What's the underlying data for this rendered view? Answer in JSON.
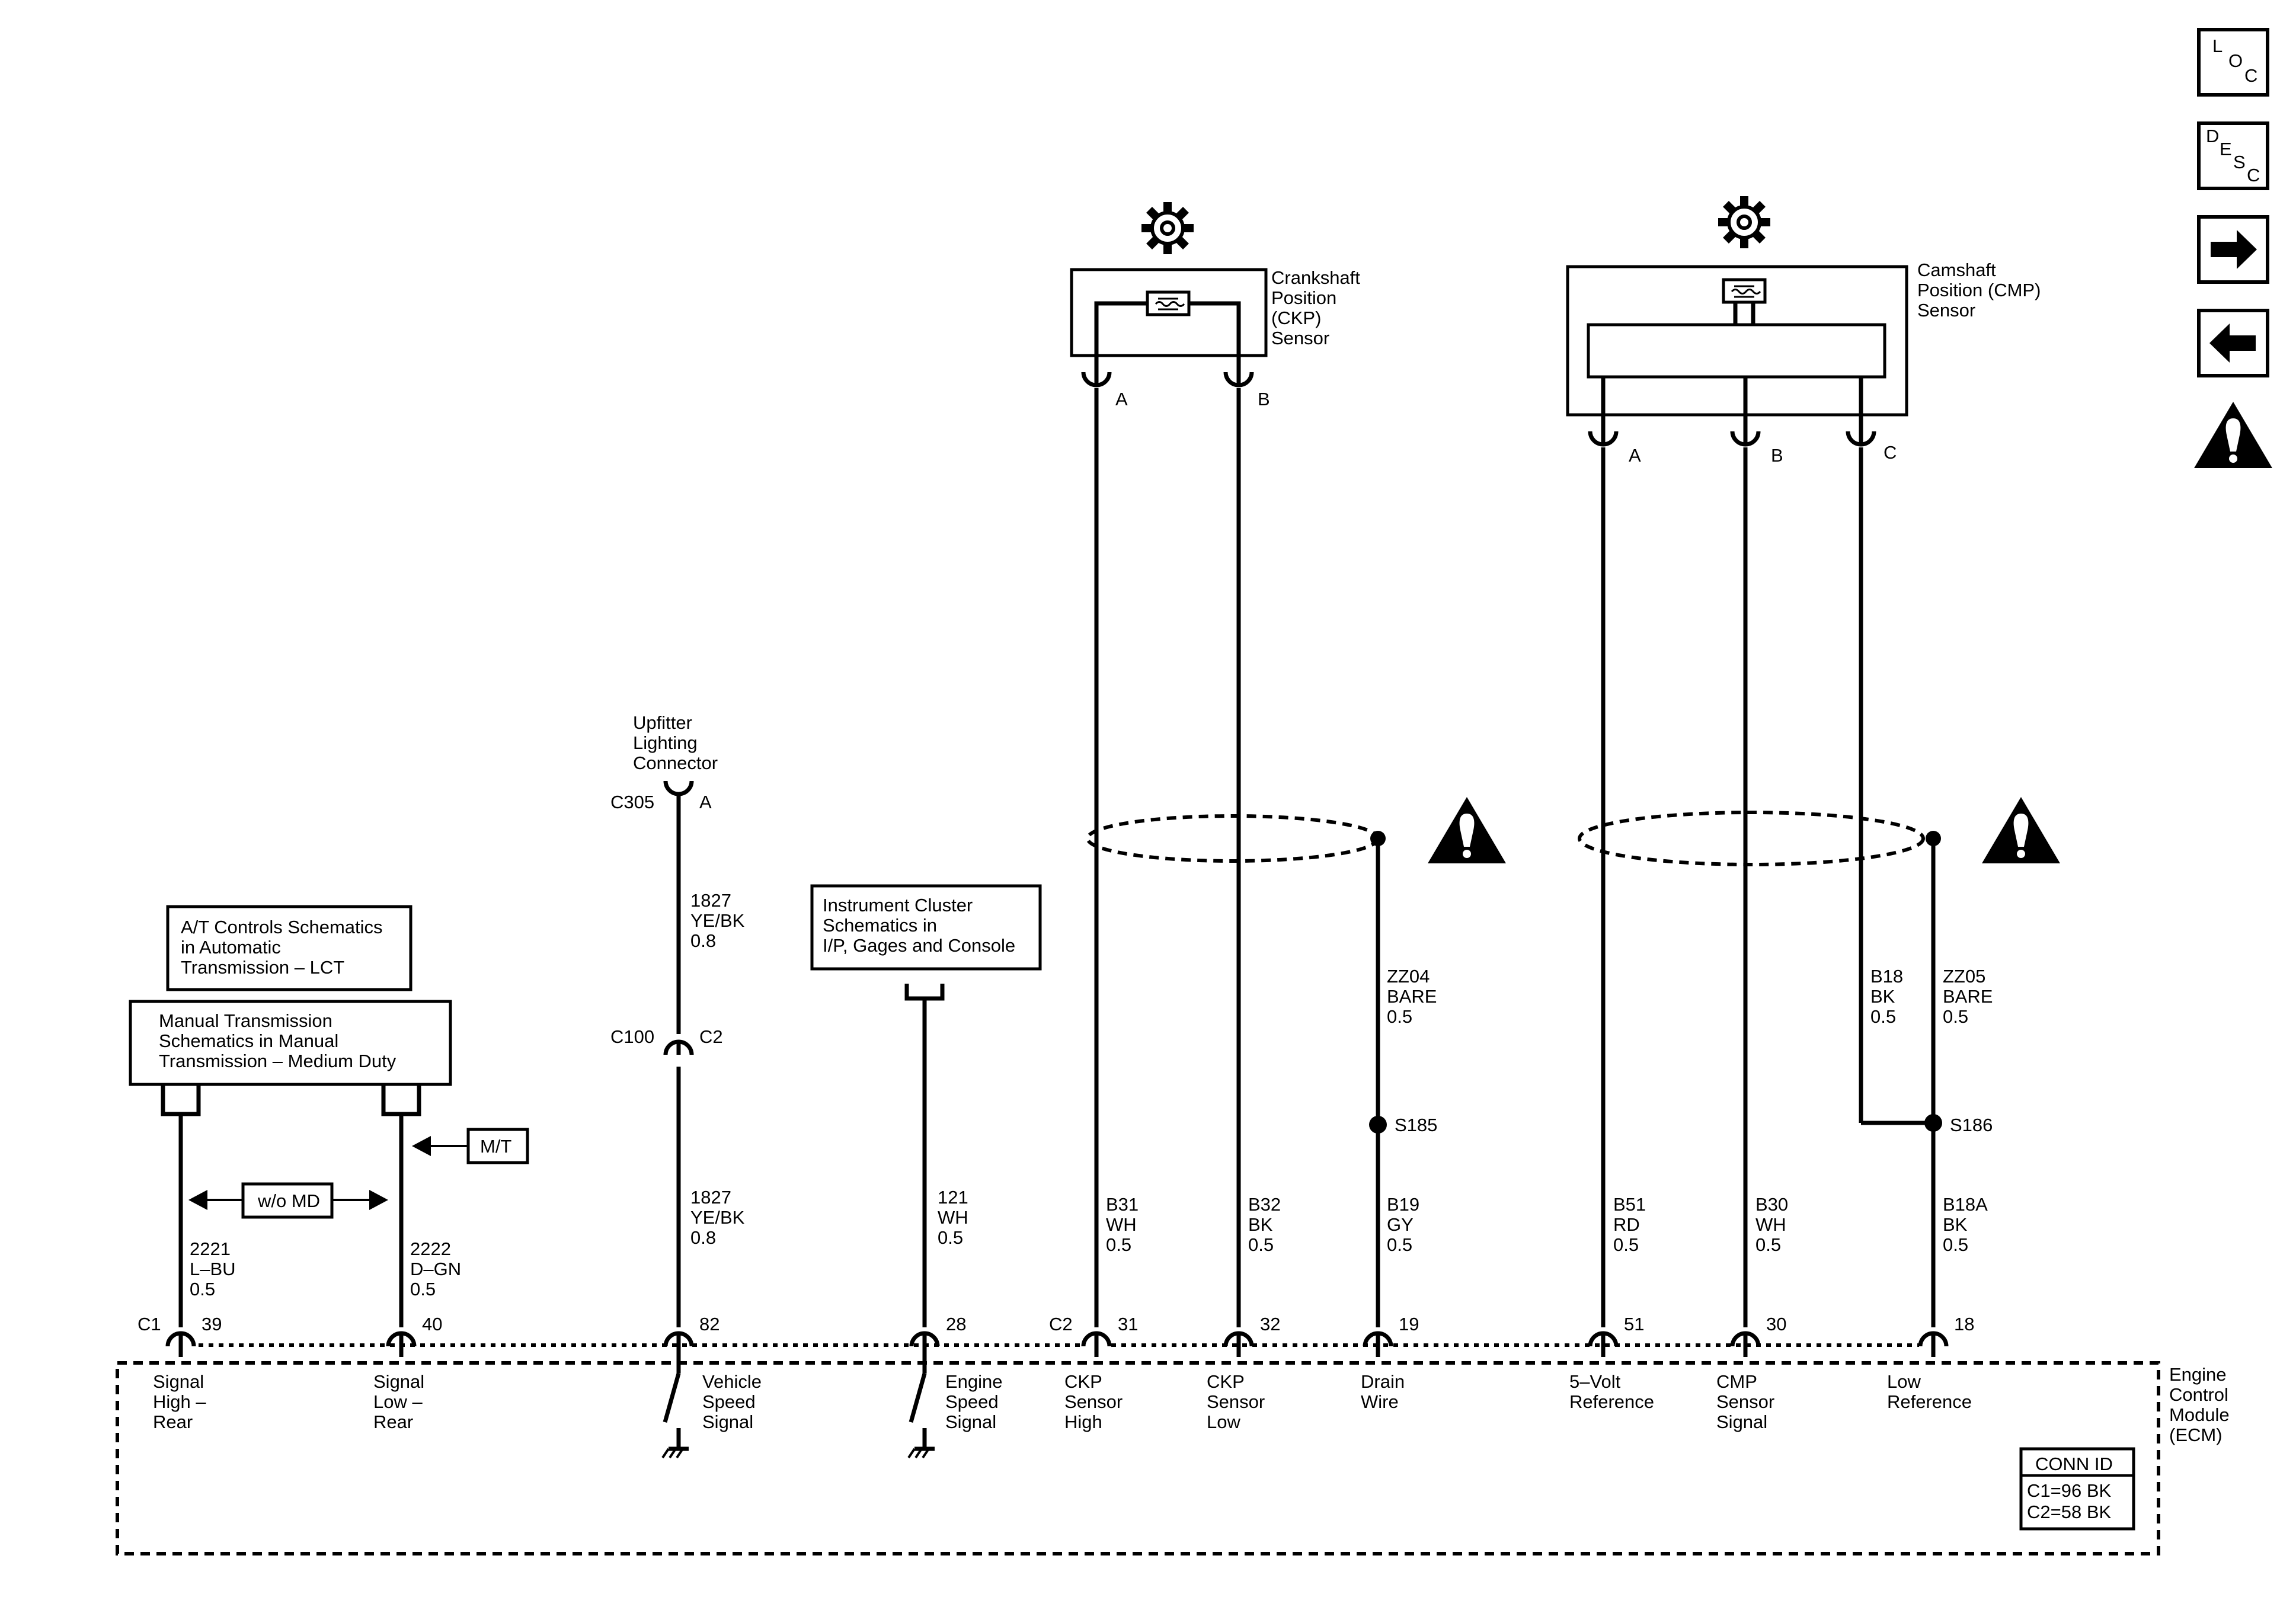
{
  "nav": {
    "loc": [
      "L",
      "O",
      "C"
    ],
    "desc": [
      "D",
      "E",
      "S",
      "C"
    ]
  },
  "components": {
    "ckp": [
      "Crankshaft",
      "Position",
      "(CKP)",
      "Sensor"
    ],
    "cmp": [
      "Camshaft",
      "Position (CMP)",
      "Sensor"
    ],
    "upfitter": [
      "Upfitter",
      "Lighting",
      "Connector"
    ],
    "ecm": [
      "Engine",
      "Control",
      "Module",
      "(ECM)"
    ]
  },
  "ref_boxes": {
    "at": [
      "A/T Controls Schematics",
      "in Automatic",
      "Transmission – LCT"
    ],
    "mt": [
      "Manual Transmission",
      "Schematics in Manual",
      "Transmission – Medium Duty"
    ],
    "ic": [
      "Instrument Cluster",
      "Schematics in",
      "I/P, Gages and Console"
    ]
  },
  "options": {
    "wo_md": "w/o MD",
    "mt": "M/T"
  },
  "connectors": {
    "c305": "C305",
    "c305_pin": "A",
    "c100": "C100",
    "c100_pin": "C2",
    "c1": "C1",
    "c2": "C2",
    "ckp_a": "A",
    "ckp_b": "B",
    "cmp_a": "A",
    "cmp_b": "B",
    "cmp_c": "C"
  },
  "splices": {
    "s185": "S185",
    "s186": "S186"
  },
  "circuits": {
    "c2221": [
      "2221",
      "L–BU",
      "0.5"
    ],
    "c2222": [
      "2222",
      "D–GN",
      "0.5"
    ],
    "c1827_top": [
      "1827",
      "YE/BK",
      "0.8"
    ],
    "c1827_bot": [
      "1827",
      "YE/BK",
      "0.8"
    ],
    "c121": [
      "121",
      "WH",
      "0.5"
    ],
    "b31": [
      "B31",
      "WH",
      "0.5"
    ],
    "b32": [
      "B32",
      "BK",
      "0.5"
    ],
    "zz04": [
      "ZZ04",
      "BARE",
      "0.5"
    ],
    "b19": [
      "B19",
      "GY",
      "0.5"
    ],
    "b18": [
      "B18",
      "BK",
      "0.5"
    ],
    "zz05": [
      "ZZ05",
      "BARE",
      "0.5"
    ],
    "b51": [
      "B51",
      "RD",
      "0.5"
    ],
    "b30": [
      "B30",
      "WH",
      "0.5"
    ],
    "b18a": [
      "B18A",
      "BK",
      "0.5"
    ]
  },
  "pins": {
    "p39": "39",
    "p40": "40",
    "p82": "82",
    "p28": "28",
    "p31": "31",
    "p32": "32",
    "p19": "19",
    "p51": "51",
    "p30": "30",
    "p18": "18"
  },
  "ecm_signals": {
    "sig_high": [
      "Signal",
      "High –",
      "Rear"
    ],
    "sig_low": [
      "Signal",
      "Low –",
      "Rear"
    ],
    "vss": [
      "Vehicle",
      "Speed",
      "Signal"
    ],
    "ess": [
      "Engine",
      "Speed",
      "Signal"
    ],
    "ckp_high": [
      "CKP",
      "Sensor",
      "High"
    ],
    "ckp_low": [
      "CKP",
      "Sensor",
      "Low"
    ],
    "drain": [
      "Drain",
      "Wire"
    ],
    "ref5v": [
      "5–Volt",
      "Reference"
    ],
    "cmp_sig": [
      "CMP",
      "Sensor",
      "Signal"
    ],
    "low_ref": [
      "Low",
      "Reference"
    ]
  },
  "conn_id": {
    "title": "CONN ID",
    "c1": "C1=96 BK",
    "c2": "C2=58 BK"
  }
}
